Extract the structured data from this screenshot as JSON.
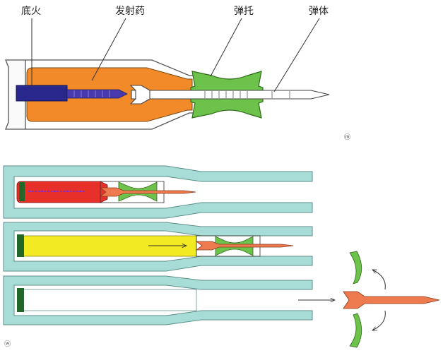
{
  "labels": {
    "primer": "底火",
    "propellant": "发射药",
    "sabot": "弹托",
    "projectile": "弹体"
  },
  "section_marks": {
    "top": "ⓜ",
    "bottom": "ⓦ"
  },
  "colors": {
    "case_outline": "#555555",
    "propellant_orange": "#f28a2a",
    "primer_navy": "#28288c",
    "sabot_green": "#6cc24a",
    "barrel_cyan": "#a8dcd6",
    "gas_red": "#e8302a",
    "gas_yellow": "#f2ea22",
    "dart_orange": "#ee7a50"
  }
}
